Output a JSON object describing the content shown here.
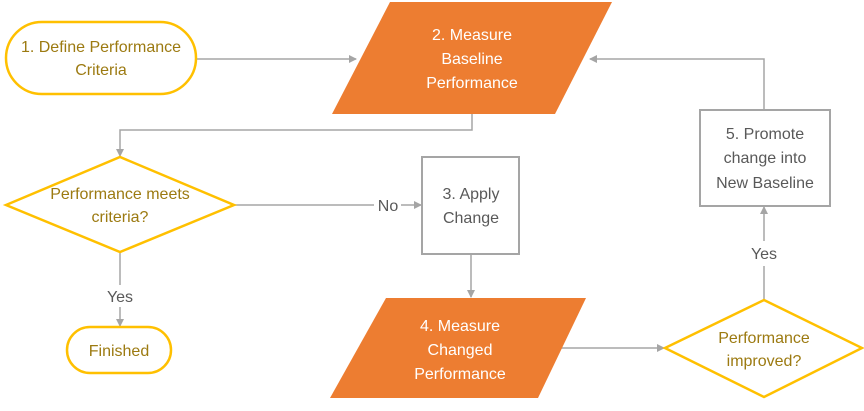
{
  "colors": {
    "orange": "#ED7D31",
    "gold": "#FFC000",
    "gold_text": "#9C7A11",
    "gray": "#A5A5A5"
  },
  "nodes": {
    "define": [
      "1. Define Performance",
      "Criteria"
    ],
    "measure_baseline": [
      "2. Measure",
      "Baseline",
      "Performance"
    ],
    "meets": [
      "Performance meets",
      "criteria?"
    ],
    "apply": [
      "3. Apply",
      "Change"
    ],
    "measure_changed": [
      "4. Measure",
      "Changed",
      "Performance"
    ],
    "improved": [
      "Performance",
      "improved?"
    ],
    "promote": [
      "5. Promote",
      "change into",
      "New Baseline"
    ],
    "finished": "Finished"
  },
  "labels": {
    "no": "No",
    "yes_finished": "Yes",
    "yes_promote": "Yes"
  }
}
